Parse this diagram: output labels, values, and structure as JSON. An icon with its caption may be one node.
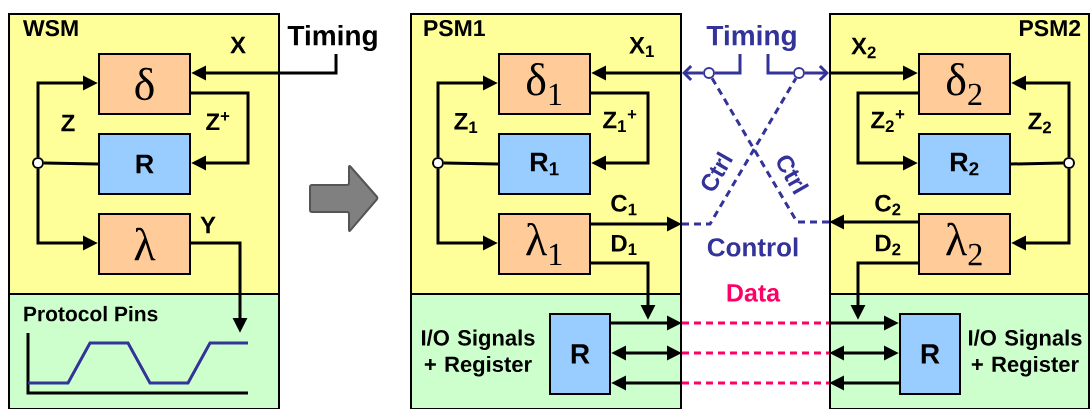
{
  "diagram": {
    "nodes": [
      {
        "text": [
          "WSM"
        ]
      },
      {
        "text": [
          "δ"
        ],
        "in": 0
      },
      {
        "text": [
          "R"
        ],
        "in": 0
      },
      {
        "text": [
          "λ"
        ],
        "in": 0
      },
      {
        "text": [],
        "shape": "circle",
        "in": 0
      },
      {
        "text": [
          "Timing"
        ]
      },
      {
        "text": [
          "Protocol Pins"
        ]
      },
      {
        "text": [],
        "shape": "picture",
        "in": 6
      },
      {
        "text": [
          "PSM1"
        ]
      },
      {
        "text": [
          "δ$_{1}$"
        ],
        "in": 8
      },
      {
        "text": [
          "R$_{1}$"
        ],
        "in": 8
      },
      {
        "text": [
          "λ$_{1}$"
        ],
        "in": 8
      },
      {
        "text": [],
        "shape": "circle",
        "in": 8
      },
      {
        "text": [
          "I/O Signals + Register"
        ]
      },
      {
        "text": [
          "R"
        ],
        "in": 13
      },
      {
        "text": [
          "Timing"
        ]
      },
      {
        "text": [],
        "shape": "circle"
      },
      {
        "text": [],
        "shape": "circle"
      },
      {
        "text": [
          "PSM2"
        ]
      },
      {
        "text": [
          "δ$_{2}$"
        ],
        "in": 18
      },
      {
        "text": [
          "R$_{2}$"
        ],
        "in": 18
      },
      {
        "text": [
          "λ$_{2}$"
        ],
        "in": 18
      },
      {
        "text": [],
        "shape": "circle",
        "in": 18
      },
      {
        "text": [
          "I/O Signals + Register"
        ]
      },
      {
        "text": [
          "R"
        ],
        "in": 23
      }
    ],
    "edges": [
      {
        "from": 5,
        "to": 1,
        "arrow": "to",
        "label": "X"
      },
      {
        "from": 1,
        "to": 2,
        "arrow": "to",
        "label": "Z$^{+}$"
      },
      {
        "from": 2,
        "to": 4,
        "arrow": "none"
      },
      {
        "from": 4,
        "to": 1,
        "arrow": "to",
        "label": "Z"
      },
      {
        "from": 4,
        "to": 3,
        "arrow": "to"
      },
      {
        "from": 3,
        "to": 7,
        "arrow": "to",
        "label": "Y"
      },
      {
        "from": 0,
        "to": 8,
        "arrow": "to",
        "style": "thick",
        "color": "#808080"
      },
      {
        "from": 9,
        "to": 10,
        "arrow": "to",
        "label": "Z$_{1}$$^{+}$"
      },
      {
        "from": 10,
        "to": 12,
        "arrow": "none"
      },
      {
        "from": 12,
        "to": 9,
        "arrow": "to",
        "label": "Z$_{1}$"
      },
      {
        "from": 12,
        "to": 11,
        "arrow": "to"
      },
      {
        "from": 15,
        "to": 16,
        "arrow": "none",
        "color": "#333399"
      },
      {
        "from": 16,
        "to": 8,
        "arrow": "to",
        "color": "#333399"
      },
      {
        "from": 8,
        "to": 9,
        "arrow": "to",
        "label": "X$_{1}$"
      },
      {
        "from": 15,
        "to": 17,
        "arrow": "none",
        "color": "#333399"
      },
      {
        "from": 17,
        "to": 18,
        "arrow": "to",
        "color": "#333399"
      },
      {
        "from": 18,
        "to": 19,
        "arrow": "to",
        "label": "X$_{2}$"
      },
      {
        "from": 11,
        "to": 8,
        "arrow": "to",
        "label": "C$_{1}$"
      },
      {
        "from": 8,
        "to": 17,
        "arrow": "none",
        "style": "dashed",
        "color": "#333399",
        "label": "Ctrl"
      },
      {
        "from": 21,
        "to": 18,
        "arrow": "to",
        "label": "C$_{2}$"
      },
      {
        "from": 18,
        "to": 16,
        "arrow": "none",
        "style": "dashed",
        "color": "#333399",
        "label": "Ctrl"
      },
      {
        "from": 11,
        "to": 13,
        "arrow": "to",
        "label": "D$_{1}$"
      },
      {
        "from": 14,
        "to": 13,
        "arrow": "to"
      },
      {
        "from": 14,
        "to": 13,
        "arrow": "both"
      },
      {
        "from": 13,
        "to": 14,
        "arrow": "to"
      },
      {
        "from": 13,
        "to": 23,
        "arrow": "none",
        "style": "dashed",
        "color": "#ff0066"
      },
      {
        "from": 13,
        "to": 23,
        "arrow": "none",
        "style": "dashed",
        "color": "#ff0066"
      },
      {
        "from": 13,
        "to": 23,
        "arrow": "none",
        "style": "dashed",
        "color": "#ff0066"
      },
      {
        "from": 23,
        "to": 24,
        "arrow": "to"
      },
      {
        "from": 23,
        "to": 24,
        "arrow": "both"
      },
      {
        "from": 24,
        "to": 23,
        "arrow": "to"
      },
      {
        "from": 19,
        "to": 20,
        "arrow": "to",
        "label": "Z$_{2}$$^{+}$"
      },
      {
        "from": 20,
        "to": 22,
        "arrow": "none"
      },
      {
        "from": 22,
        "to": 19,
        "arrow": "to",
        "label": "Z$_{2}$"
      },
      {
        "from": 22,
        "to": 21,
        "arrow": "to"
      },
      {
        "from": 21,
        "to": 23,
        "arrow": "to",
        "label": "D$_{2}$"
      }
    ],
    "labels": [
      "Control",
      "Data"
    ]
  }
}
